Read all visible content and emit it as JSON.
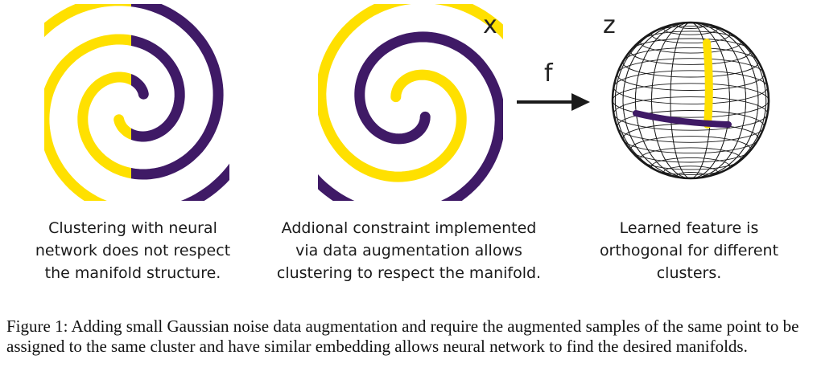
{
  "panels": {
    "left": {
      "caption": [
        "Clustering with neural",
        "network does not respect",
        "the manifold structure."
      ]
    },
    "middle": {
      "caption": [
        "Addional constraint implemented",
        "via data augmentation allows",
        "clustering to respect the manifold."
      ],
      "label": "x"
    },
    "arrow": {
      "label": "f"
    },
    "right": {
      "caption": [
        "Learned feature is",
        "orthogonal for different",
        "clusters."
      ],
      "label": "z"
    }
  },
  "colors": {
    "yellow": "#FFE000",
    "purple": "#3F1A66",
    "ink": "#1a1a1a"
  },
  "figure_caption": "Figure 1: Adding small Gaussian noise data augmentation and require the augmented samples of the same point to be assigned to the same cluster and have similar embedding allows neural network to find the desired manifolds."
}
